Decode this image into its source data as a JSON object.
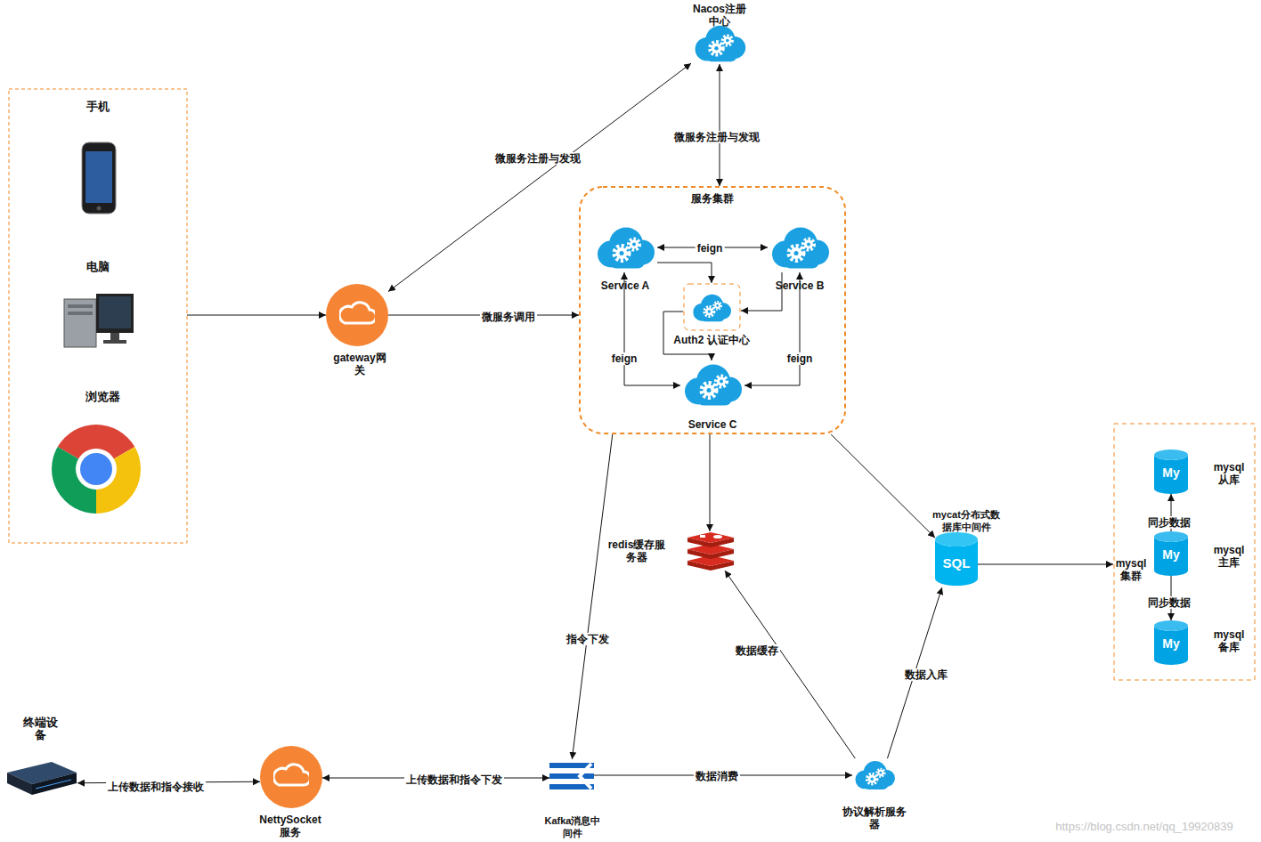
{
  "diagram": {
    "nodes": [
      {
        "text": [
          "Nacos注册中心"
        ]
      },
      {
        "text": [
          "手机"
        ]
      },
      {
        "text": [
          "电脑"
        ]
      },
      {
        "text": [
          "浏览器"
        ]
      },
      {
        "text": [
          "服务集群"
        ]
      },
      {
        "text": [
          "Service A"
        ],
        "in": 4
      },
      {
        "text": [
          "Service B"
        ],
        "in": 4
      },
      {
        "text": [
          "Auth2 认证中心"
        ],
        "in": 4
      },
      {
        "text": [
          "Service C"
        ],
        "in": 4
      },
      {
        "text": [
          "gateway网关"
        ]
      },
      {
        "text": [
          "mysql 集群"
        ]
      },
      {
        "text": [
          "mysql 从库"
        ],
        "in": 10
      },
      {
        "text": [
          "mysql 主库"
        ],
        "in": 10
      },
      {
        "text": [
          "mysql 备库"
        ],
        "in": 10
      },
      {
        "text": [
          "redis缓存服务器"
        ]
      },
      {
        "text": [
          "mycat分布式数据库中间件"
        ]
      },
      {
        "text": [
          "终端设备"
        ]
      },
      {
        "text": [
          "NettySocket服务"
        ]
      },
      {
        "text": [
          "Kafka消息中间件"
        ]
      },
      {
        "text": [
          "协议解析服务器"
        ]
      }
    ],
    "edges": [
      {
        "from": 0,
        "to": 9,
        "arrow": "both",
        "label": "微服务注册与发现"
      },
      {
        "from": 0,
        "to": 4,
        "arrow": "both",
        "label": "微服务注册与发现"
      },
      {
        "from": 2,
        "to": 9,
        "arrow": "to"
      },
      {
        "from": 9,
        "to": 4,
        "arrow": "to",
        "label": "微服务调用"
      },
      {
        "from": 5,
        "to": 6,
        "arrow": "both",
        "label": "feign"
      },
      {
        "from": 5,
        "to": 8,
        "arrow": "both",
        "label": "feign"
      },
      {
        "from": 6,
        "to": 8,
        "arrow": "both",
        "label": "feign"
      },
      {
        "from": 5,
        "to": 7,
        "arrow": "to"
      },
      {
        "from": 6,
        "to": 7,
        "arrow": "to"
      },
      {
        "from": 7,
        "to": 8,
        "arrow": "to"
      },
      {
        "from": 4,
        "to": 18,
        "arrow": "to",
        "label": "指令下发"
      },
      {
        "from": 4,
        "to": 14,
        "arrow": "to"
      },
      {
        "from": 4,
        "to": 15,
        "arrow": "to"
      },
      {
        "from": 15,
        "to": 10,
        "arrow": "to"
      },
      {
        "from": 12,
        "to": 11,
        "arrow": "to",
        "label": "同步数据"
      },
      {
        "from": 12,
        "to": 13,
        "arrow": "to",
        "label": "同步数据"
      },
      {
        "from": 16,
        "to": 17,
        "arrow": "both",
        "label": "上传数据和指令接收"
      },
      {
        "from": 17,
        "to": 18,
        "arrow": "both",
        "label": "上传数据和指令下发"
      },
      {
        "from": 18,
        "to": 19,
        "arrow": "to",
        "label": "数据消费"
      },
      {
        "from": 19,
        "to": 14,
        "arrow": "to",
        "label": "数据缓存"
      },
      {
        "from": 19,
        "to": 15,
        "arrow": "to",
        "label": "数据入库"
      }
    ],
    "labels": [
      "SQL",
      "My",
      "My",
      "My",
      "https://blog.csdn.net/qq_19920839"
    ]
  }
}
